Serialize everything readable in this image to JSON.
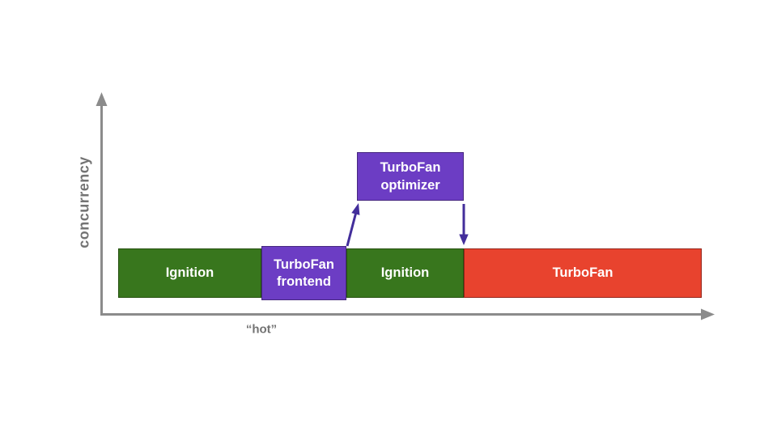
{
  "axes": {
    "y_axis_label": "concurrency",
    "x_axis_label": "“hot”"
  },
  "timeline": {
    "segments": [
      {
        "id": "ignition-1",
        "label": "Ignition",
        "color": "green"
      },
      {
        "id": "turbofan-frontend",
        "label": "TurboFan frontend",
        "color": "purple"
      },
      {
        "id": "ignition-2",
        "label": "Ignition",
        "color": "green"
      },
      {
        "id": "turbofan-backend",
        "label": "TurboFan",
        "color": "red"
      }
    ]
  },
  "optimizer_box": {
    "label": "TurboFan optimizer"
  },
  "colors": {
    "green": "#38761d",
    "green_border": "#25500f",
    "purple": "#6c3dc4",
    "purple_border": "#46277f",
    "red": "#e8432e",
    "red_border": "#93241a",
    "arrow": "#432e9b",
    "axis": "#8b8b8b",
    "axis_label": "#737373",
    "box_text": "#ffffff"
  }
}
